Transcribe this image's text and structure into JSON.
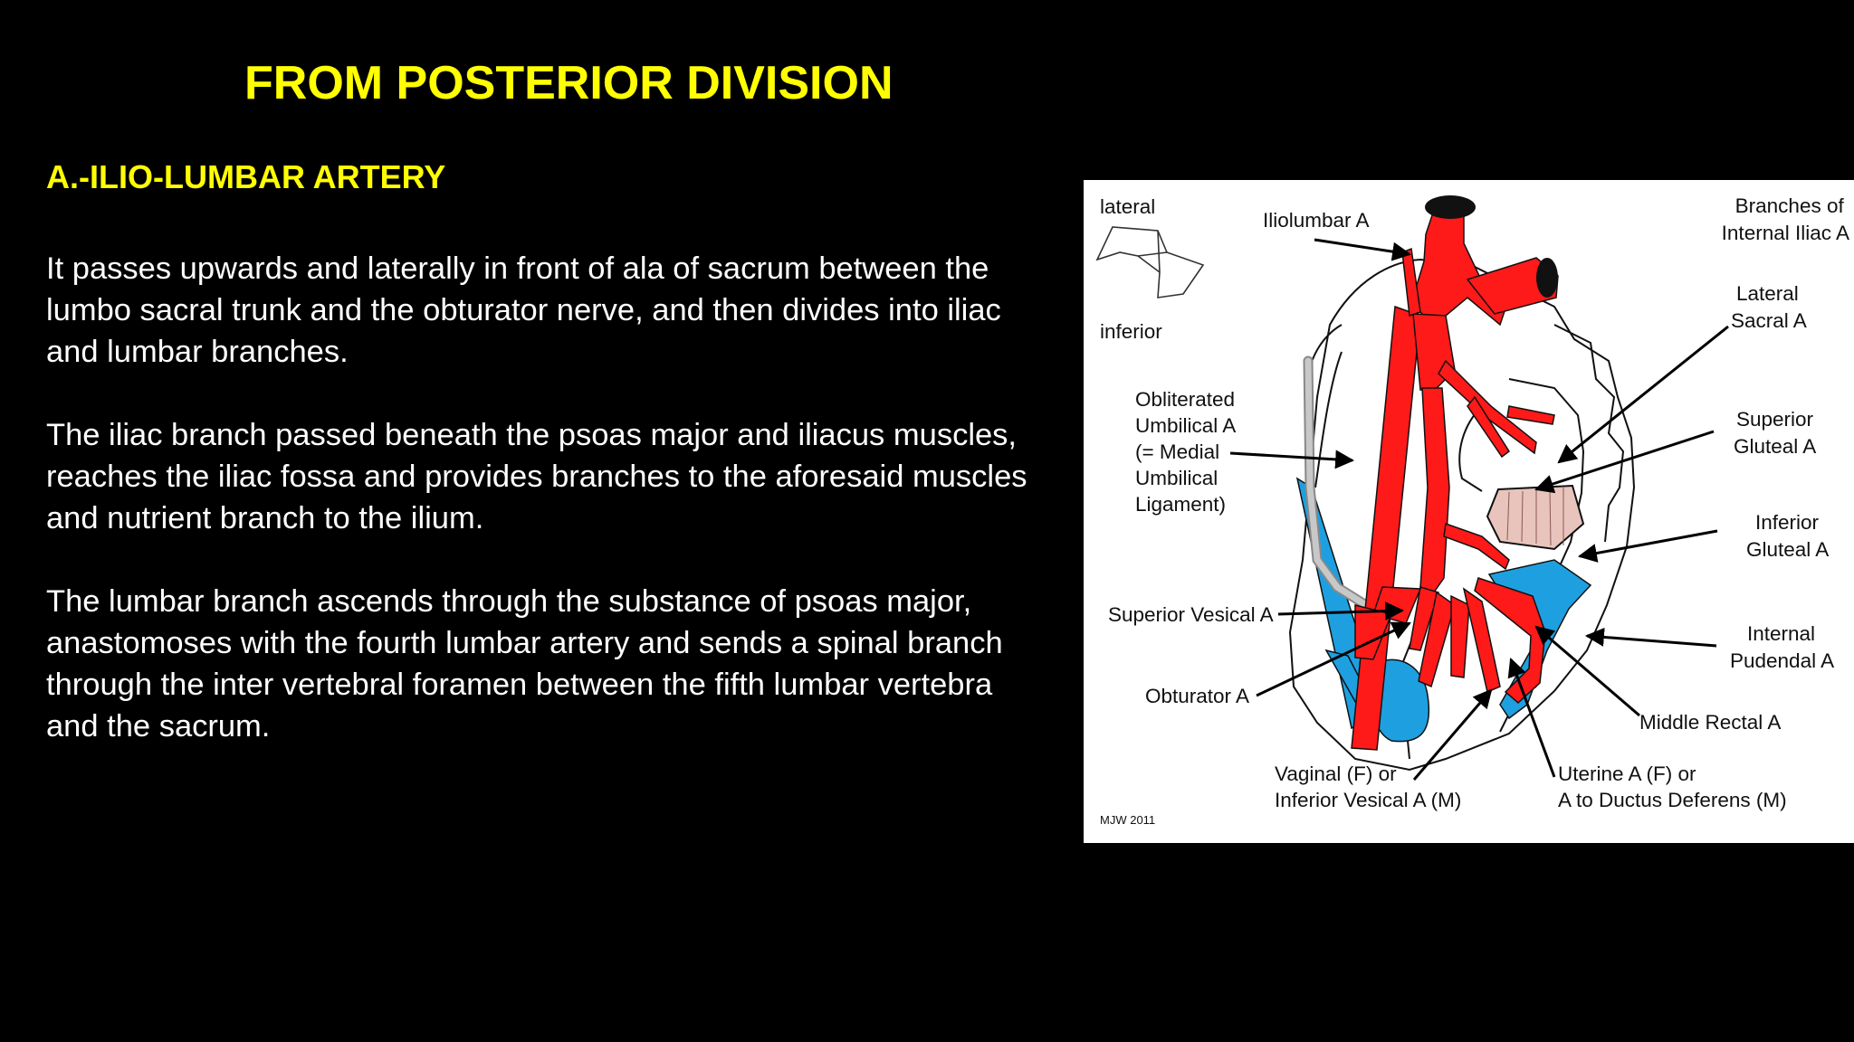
{
  "slide": {
    "title": "FROM POSTERIOR DIVISION",
    "subheading": "A.-ILIO-LUMBAR ARTERY",
    "paragraphs": [
      [
        "It passes upwards and laterally in front of ala of sacrum between the",
        "lumbo sacral trunk and the obturator nerve, and then divides into iliac",
        "and lumbar branches."
      ],
      [
        "The iliac branch passed beneath the psoas major and iliacus muscles,",
        "reaches the iliac fossa and provides branches to the aforesaid muscles",
        "and nutrient branch to the ilium."
      ],
      [
        "The lumbar branch ascends through the substance of psoas major,",
        "anastomoses with the fourth lumbar artery and sends a spinal branch",
        "through the inter vertebral foramen between the fifth lumbar vertebra",
        "and the sacrum."
      ]
    ]
  },
  "figure": {
    "orientation": {
      "lateral": "lateral",
      "inferior": "inferior"
    },
    "title_lines": [
      "Branches of",
      "Internal Iliac A"
    ],
    "labels": {
      "iliolumbar": [
        "Iliolumbar A"
      ],
      "lateral_sacral": [
        "Lateral",
        "Sacral A"
      ],
      "obliterated_umbilical": [
        "Obliterated",
        "Umbilical A",
        "(= Medial",
        "Umbilical",
        "Ligament)"
      ],
      "superior_gluteal": [
        "Superior",
        "Gluteal A"
      ],
      "inferior_gluteal": [
        "Inferior",
        "Gluteal A"
      ],
      "superior_vesical": [
        "Superior Vesical A"
      ],
      "internal_pudendal": [
        "Internal",
        "Pudendal A"
      ],
      "obturator": [
        "Obturator A"
      ],
      "middle_rectal": [
        "Middle Rectal A"
      ],
      "vaginal": [
        "Vaginal (F) or",
        "Inferior Vesical A (M)"
      ],
      "uterine": [
        "Uterine A (F) or",
        "A to Ductus Deferens (M)"
      ]
    },
    "credit": "MJW 2011",
    "colors": {
      "artery": "#ff1a1a",
      "vein": "#1ea0e0",
      "obliterated_ligament": "#b4b4b4",
      "muscle": "#e8c4bc",
      "background": "#ffffff"
    }
  }
}
